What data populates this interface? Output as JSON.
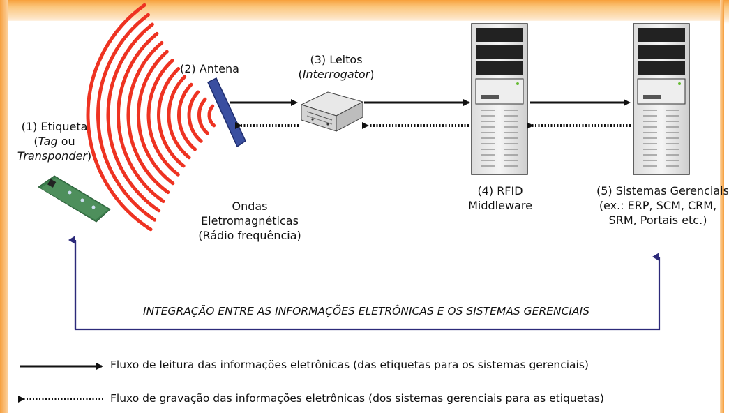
{
  "labels": {
    "tag_line1": "(1) Etiqueta",
    "tag_line2_italic": "Tag",
    "tag_line2_rest": " ou",
    "tag_line3": "Transponder",
    "tag_line3_close": ")",
    "tag_open_paren": "(",
    "antenna": "(2) Antena",
    "reader_line1": "(3) Leitos",
    "reader_line2": "Interrogator",
    "middleware_line1": "(4) RFID",
    "middleware_line2": "Middleware",
    "systems_line1": "(5) Sistemas Gerenciais",
    "systems_line2": "(ex.: ERP, SCM, CRM,",
    "systems_line3": "SRM, Portais etc.)",
    "waves_line1": "Ondas",
    "waves_line2": "Eletromagnéticas",
    "waves_line3": "(Rádio frequência)"
  },
  "integration_text": "INTEGRAÇÃO ENTRE AS INFORMAÇÕES ELETRÔNICAS E OS SISTEMAS GERENCIAIS",
  "legend": {
    "read_flow": "Fluxo de leitura das informações eletrônicas (das etiquetas para os sistemas gerenciais)",
    "write_flow": "Fluxo de gravação das informações eletrônicas (dos sistemas gerenciais para as etiquetas)"
  },
  "colors": {
    "waves": "#ee3322",
    "antenna": "#3a4fa0",
    "integration_line": "#2c2a7a",
    "tag_board": "#3b7d4c",
    "frame": "#f6a03f"
  },
  "icons": {
    "tag": "rfid-tag-icon",
    "antenna": "antenna-panel-icon",
    "reader": "reader-device-icon",
    "middleware": "server-tower-icon",
    "systems": "server-tower-icon"
  }
}
